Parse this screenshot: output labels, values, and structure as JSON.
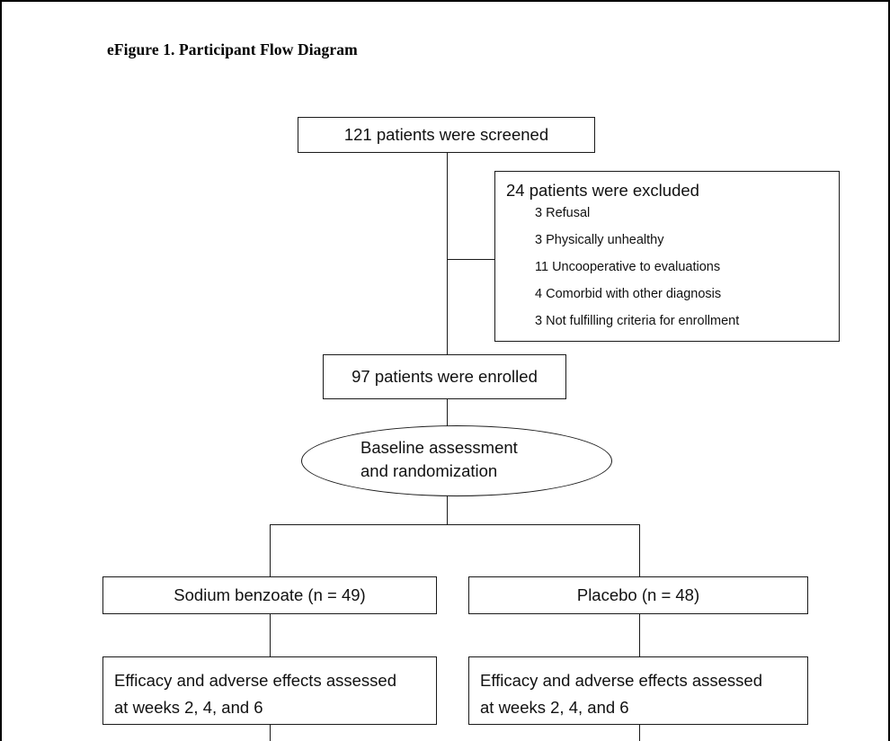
{
  "figure": {
    "title": "eFigure 1. Participant Flow Diagram"
  },
  "chart_data": {
    "type": "diagram",
    "title": "eFigure 1. Participant Flow Diagram",
    "diagram_kind": "CONSORT participant flow diagram",
    "nodes": [
      {
        "id": "screened",
        "label": "121 patients were screened",
        "count": 121,
        "shape": "rect"
      },
      {
        "id": "excluded",
        "label": "24 patients were excluded",
        "count": 24,
        "shape": "rect"
      },
      {
        "id": "enrolled",
        "label": "97 patients were enrolled",
        "count": 97,
        "shape": "rect"
      },
      {
        "id": "randomization",
        "label": "Baseline assessment and randomization",
        "shape": "ellipse"
      },
      {
        "id": "arm_sodium",
        "label": "Sodium benzoate (n = 49)",
        "count": 49,
        "shape": "rect"
      },
      {
        "id": "arm_placebo",
        "label": "Placebo (n = 48)",
        "count": 48,
        "shape": "rect"
      },
      {
        "id": "assess_sodium",
        "label": "Efficacy and adverse effects assessed at weeks 2, 4, and 6",
        "shape": "rect"
      },
      {
        "id": "assess_placebo",
        "label": "Efficacy and adverse effects assessed at weeks 2, 4, and 6",
        "shape": "rect"
      }
    ],
    "edges": [
      {
        "from": "screened",
        "to": "excluded"
      },
      {
        "from": "screened",
        "to": "enrolled"
      },
      {
        "from": "enrolled",
        "to": "randomization"
      },
      {
        "from": "randomization",
        "to": "arm_sodium"
      },
      {
        "from": "randomization",
        "to": "arm_placebo"
      },
      {
        "from": "arm_sodium",
        "to": "assess_sodium"
      },
      {
        "from": "arm_placebo",
        "to": "assess_placebo"
      }
    ],
    "exclusion_reasons": [
      {
        "count": 3,
        "reason": "Refusal"
      },
      {
        "count": 3,
        "reason": "Physically unhealthy"
      },
      {
        "count": 11,
        "reason": "Uncooperative to evaluations"
      },
      {
        "count": 4,
        "reason": "Comorbid with other diagnosis"
      },
      {
        "count": 3,
        "reason": "Not fulfilling criteria for enrollment"
      }
    ]
  },
  "nodes": {
    "screened": {
      "text": "121 patients were screened"
    },
    "excluded": {
      "heading": "24 patients were excluded",
      "reasons": [
        "3 Refusal",
        "3 Physically unhealthy",
        "11 Uncooperative to evaluations",
        "4 Comorbid with other diagnosis",
        "3 Not fulfilling criteria for enrollment"
      ]
    },
    "enrolled": {
      "text": "97 patients were enrolled"
    },
    "randomization": {
      "line1": "Baseline assessment",
      "line2": "and randomization"
    },
    "arm_left": {
      "text": "Sodium benzoate (n = 49)"
    },
    "arm_right": {
      "text": "Placebo (n = 48)"
    },
    "assess_left": {
      "line1": "Efficacy and adverse effects assessed",
      "line2": "at weeks 2, 4, and 6"
    },
    "assess_right": {
      "line1": "Efficacy and adverse effects assessed",
      "line2": "at weeks 2, 4, and 6"
    }
  },
  "colors": {
    "stroke": "#1a1a1a",
    "text": "#111111",
    "background": "#ffffff"
  }
}
